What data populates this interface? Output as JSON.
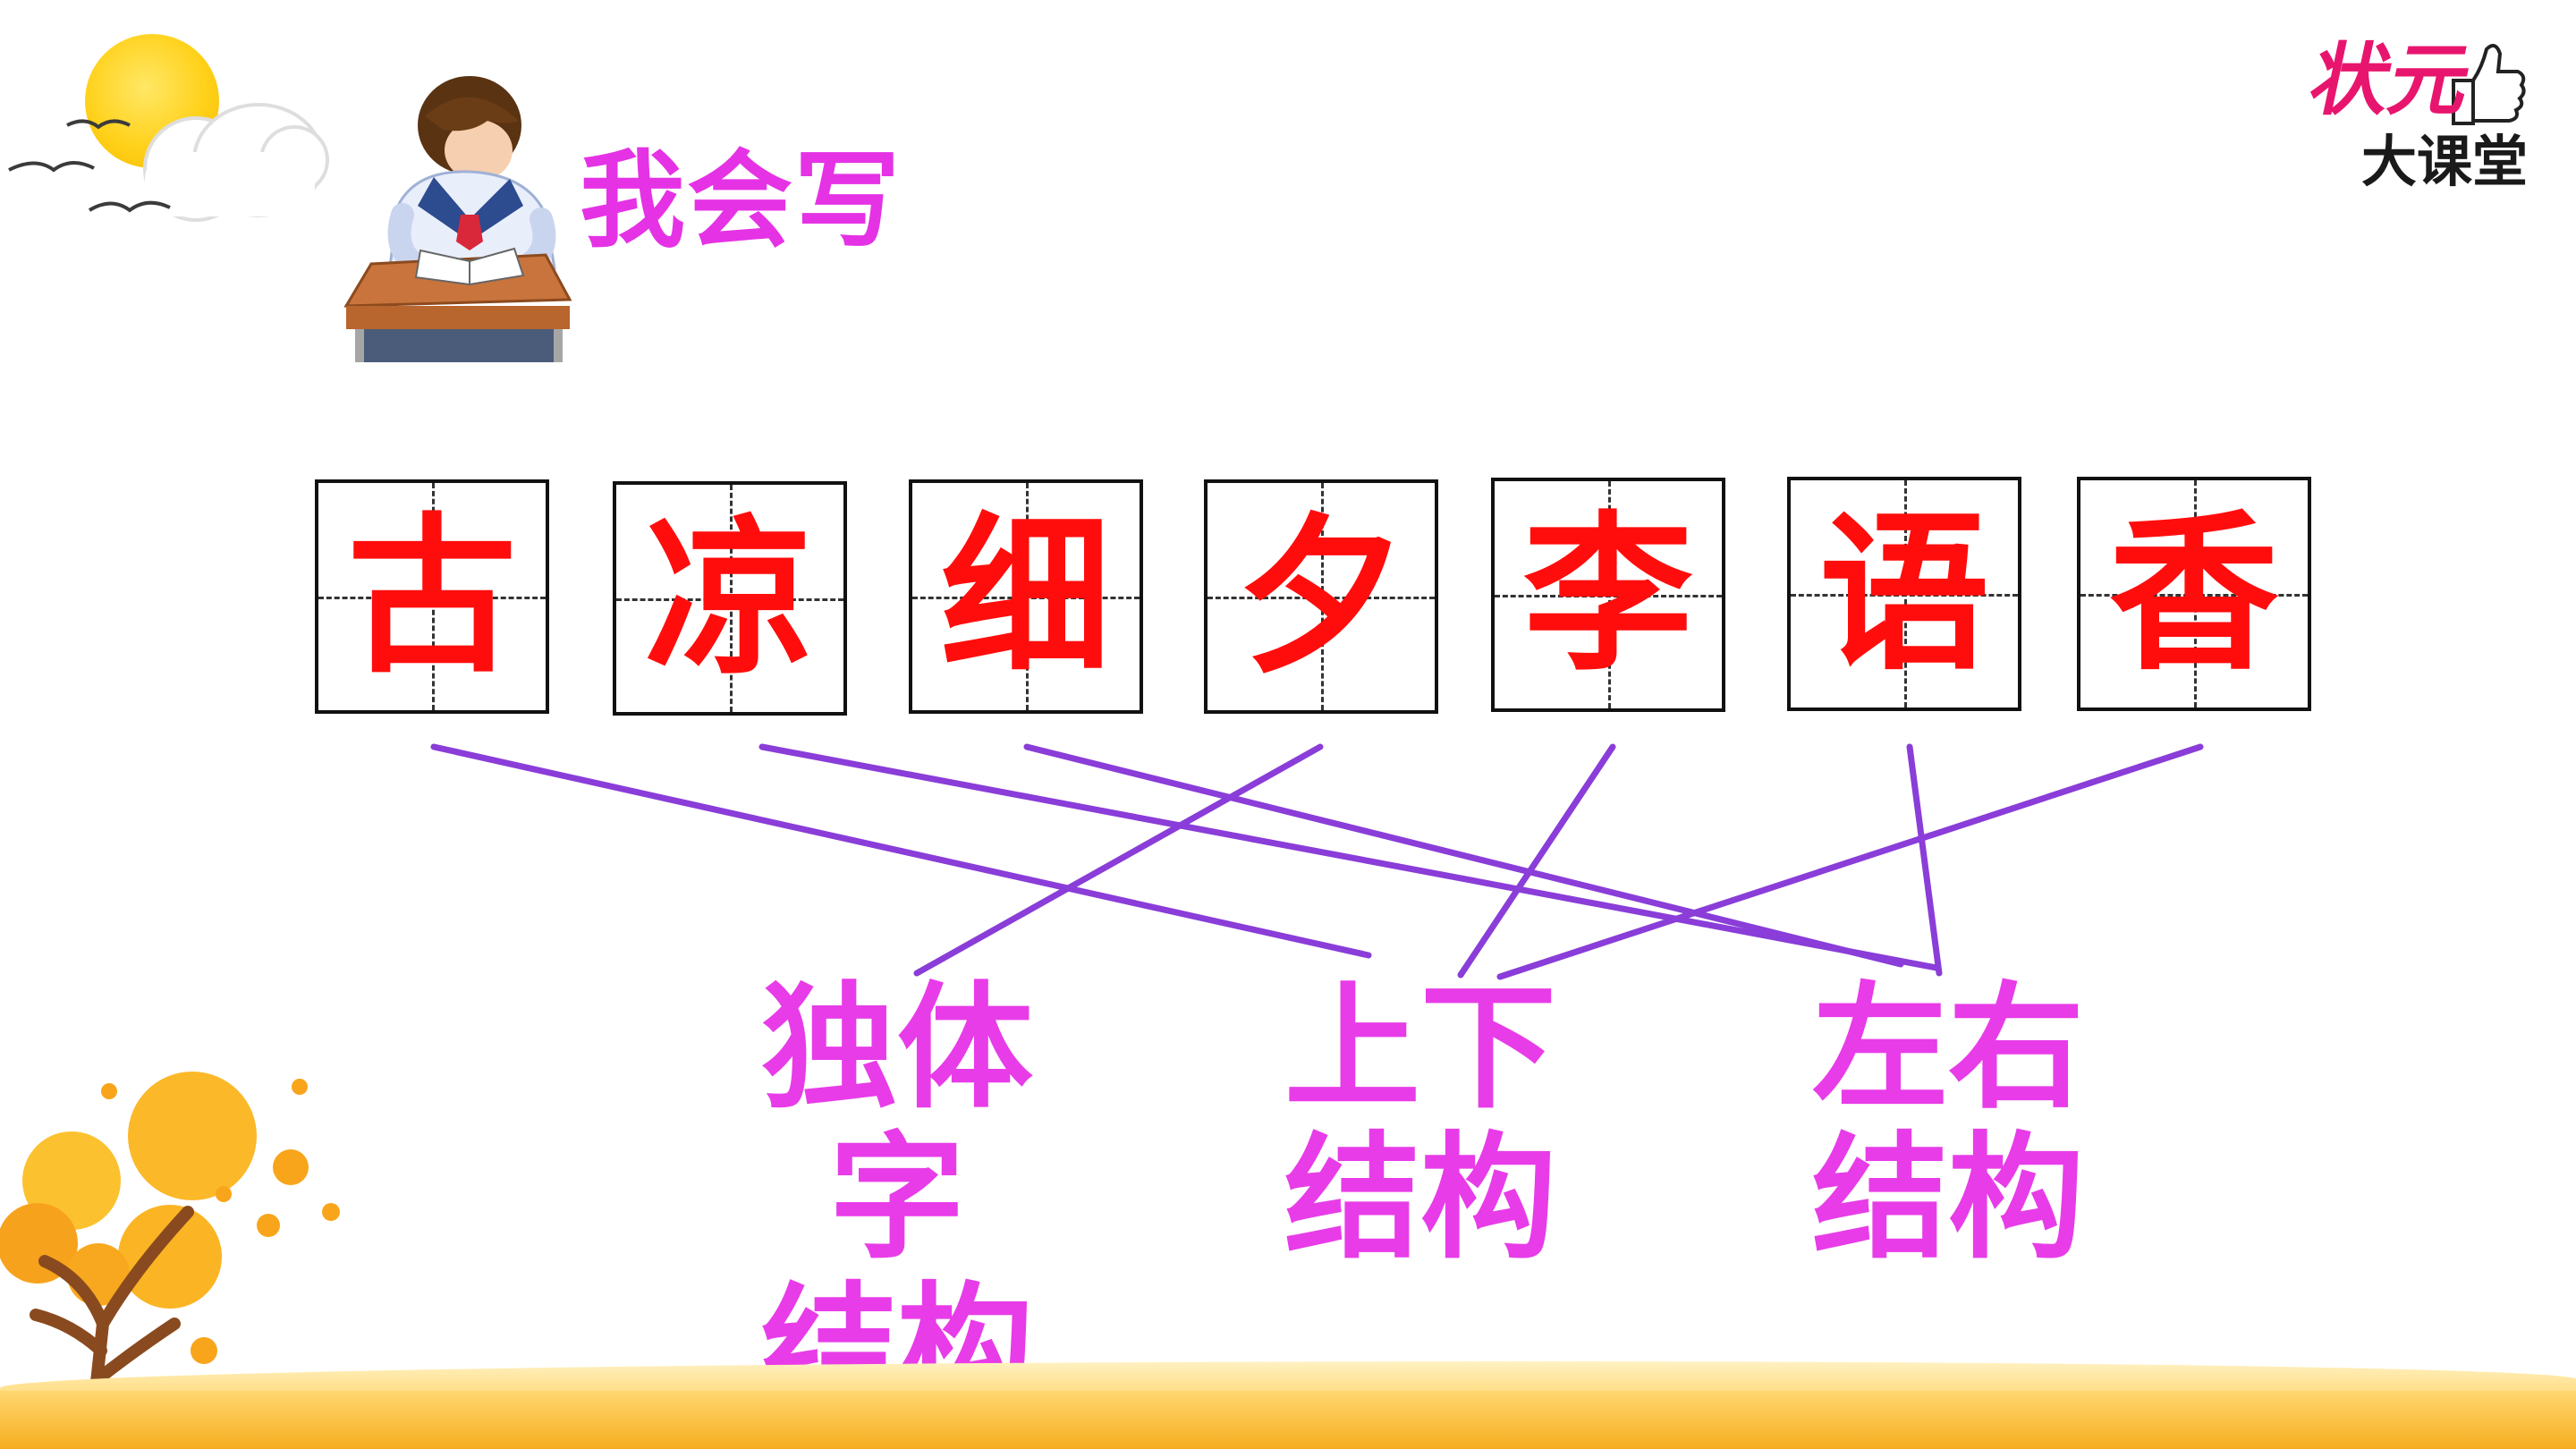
{
  "header": {
    "title": "我会写"
  },
  "logo": {
    "top": "状元",
    "bottom": "大课堂"
  },
  "characters": [
    "古",
    "凉",
    "细",
    "夕",
    "李",
    "语",
    "香"
  ],
  "categories": [
    {
      "line1": "独体字",
      "line2": "结构"
    },
    {
      "line1": "上下",
      "line2": "结构"
    },
    {
      "line1": "左右",
      "line2": "结构"
    }
  ],
  "matches": [
    {
      "char": "古",
      "category": "上下结构"
    },
    {
      "char": "凉",
      "category": "左右结构"
    },
    {
      "char": "细",
      "category": "左右结构"
    },
    {
      "char": "夕",
      "category": "独体字结构"
    },
    {
      "char": "李",
      "category": "上下结构"
    },
    {
      "char": "语",
      "category": "左右结构"
    },
    {
      "char": "香",
      "category": "上下结构"
    }
  ],
  "colors": {
    "title": "#e532e5",
    "character": "#ff0d0d",
    "category": "#e83ce8",
    "connector": "#8a3dd8",
    "logo_pink": "#e8156e"
  }
}
